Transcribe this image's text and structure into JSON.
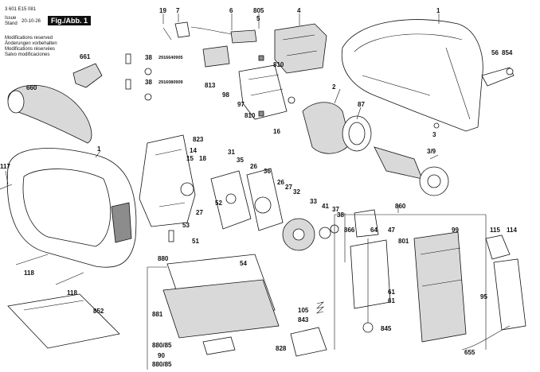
{
  "header": {
    "part_no": "3 601 E15 081",
    "issue_label": "Issue",
    "stand_label": "Stand",
    "date": "20-10-26",
    "fig_label": "Fig./Abb. 1",
    "notes": [
      "Modifications reserved",
      "Änderungen vorbehalten",
      "Modifications réservées",
      "Salvo modificaciones"
    ]
  },
  "callouts": {
    "c19": "19",
    "c7": "7",
    "c6": "6",
    "c805": "805",
    "c5": "5",
    "c4": "4",
    "c1a": "1",
    "c661": "661",
    "c38a": "38",
    "c38b": "38",
    "k2916640905": "2916640905",
    "k2916080909": "2916080909",
    "c810a": "810",
    "c813": "813",
    "c98": "98",
    "c97": "97",
    "c810b": "810",
    "c16": "16",
    "c56": "56",
    "c854": "854",
    "c660": "660",
    "c2": "2",
    "c87": "87",
    "c3": "3",
    "c39": "3/9",
    "c1b": "1",
    "c117": "117",
    "c823": "823",
    "c14": "14",
    "c15": "15",
    "c18": "18",
    "c31": "31",
    "c35": "35",
    "c26": "26",
    "c36": "36",
    "c33": "33",
    "c41": "41",
    "c37": "37",
    "c38c": "38",
    "c26b": "26",
    "c27a": "27",
    "c32": "32",
    "c52": "52",
    "c27b": "27",
    "c51": "51",
    "c53": "53",
    "c860": "860",
    "c866": "866",
    "c64": "64",
    "c47": "47",
    "c801": "801",
    "c99": "99",
    "c115": "115",
    "c114": "114",
    "c118a": "118",
    "c118b": "118",
    "c880": "880",
    "c852": "852",
    "c54": "54",
    "c61a": "61",
    "c61b": "61",
    "c105": "105",
    "c843": "843",
    "c95": "95",
    "c881": "881",
    "c880_85a": "880/85",
    "c90": "90",
    "c880_85b": "880/85",
    "c828": "828",
    "c845": "845",
    "c655": "655"
  }
}
